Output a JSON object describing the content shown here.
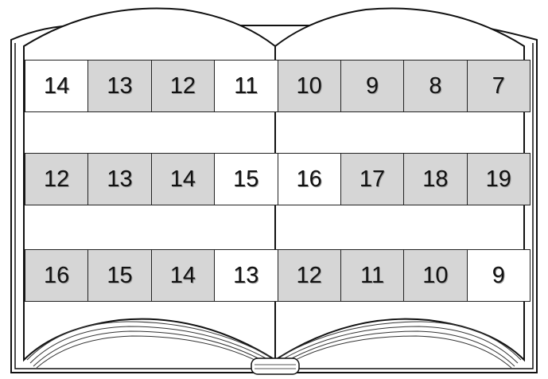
{
  "colors": {
    "shaded": "#d6d6d6",
    "plain": "#ffffff",
    "outline": "#222222"
  },
  "icon": "open-book-icon",
  "rows": [
    {
      "cells": [
        {
          "value": "14",
          "shaded": false
        },
        {
          "value": "13",
          "shaded": true
        },
        {
          "value": "12",
          "shaded": true
        },
        {
          "value": "11",
          "shaded": false
        },
        {
          "value": "10",
          "shaded": true
        },
        {
          "value": "9",
          "shaded": true
        },
        {
          "value": "8",
          "shaded": true
        },
        {
          "value": "7",
          "shaded": true
        }
      ]
    },
    {
      "cells": [
        {
          "value": "12",
          "shaded": true
        },
        {
          "value": "13",
          "shaded": true
        },
        {
          "value": "14",
          "shaded": true
        },
        {
          "value": "15",
          "shaded": false
        },
        {
          "value": "16",
          "shaded": false
        },
        {
          "value": "17",
          "shaded": true
        },
        {
          "value": "18",
          "shaded": true
        },
        {
          "value": "19",
          "shaded": true
        }
      ]
    },
    {
      "cells": [
        {
          "value": "16",
          "shaded": true
        },
        {
          "value": "15",
          "shaded": true
        },
        {
          "value": "14",
          "shaded": true
        },
        {
          "value": "13",
          "shaded": false
        },
        {
          "value": "12",
          "shaded": true
        },
        {
          "value": "11",
          "shaded": true
        },
        {
          "value": "10",
          "shaded": true
        },
        {
          "value": "9",
          "shaded": false
        }
      ]
    }
  ]
}
